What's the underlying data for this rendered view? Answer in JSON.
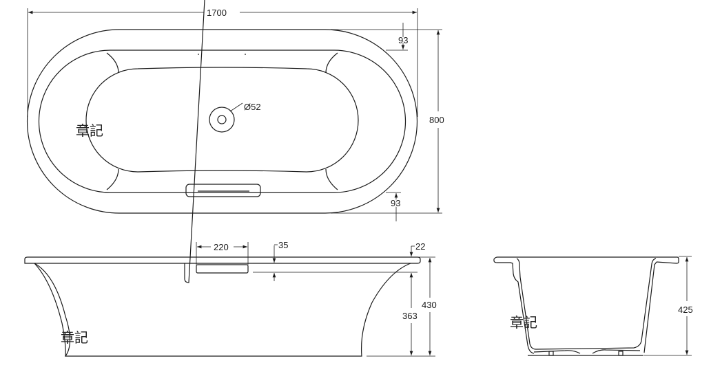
{
  "top_view": {
    "length_label": "1700",
    "width_label": "800",
    "rim_top_label": "93",
    "rim_bottom_label": "93",
    "drain_label": "Ø52",
    "watermark": "章記"
  },
  "side_view": {
    "overflow_width_label": "220",
    "overflow_offset_label": "35",
    "rim_thickness_label": "22",
    "inner_height_label": "363",
    "total_height_label": "430",
    "watermark": "章記"
  },
  "end_view": {
    "depth_label": "425",
    "watermark": "章記"
  }
}
